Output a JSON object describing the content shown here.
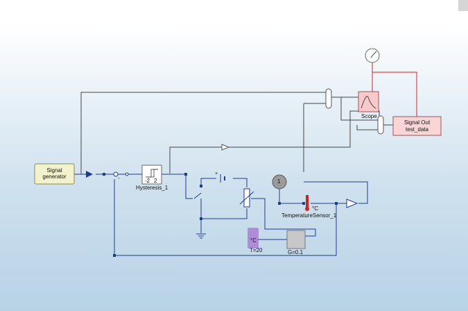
{
  "blocks": {
    "signal_generator": "Signal\ngenerator",
    "hysteresis": "Hysteresis_1",
    "hysteresis_left": "-2",
    "hysteresis_right": "2",
    "scope": "Scope",
    "signal_out_line1": "Signal Out",
    "signal_out_line2": "test_data",
    "temperature_sensor": "TemperatureSensor_1",
    "temperature_unit": "°C",
    "source_unit": "°C",
    "source_value": "T=20",
    "gain": "G=0.1",
    "constant": "1",
    "minus_sign": "-"
  },
  "colors": {
    "wire": "#1f3b8c",
    "signal_wire": "#404040",
    "clock_wire": "#d22",
    "generator_fill": "#f2f2cc",
    "scope_fill": "#f7c9c9",
    "signal_out_fill": "#f9d5d5",
    "source_fill": "#b08cd8",
    "gain_fill": "#c8c8c8"
  }
}
